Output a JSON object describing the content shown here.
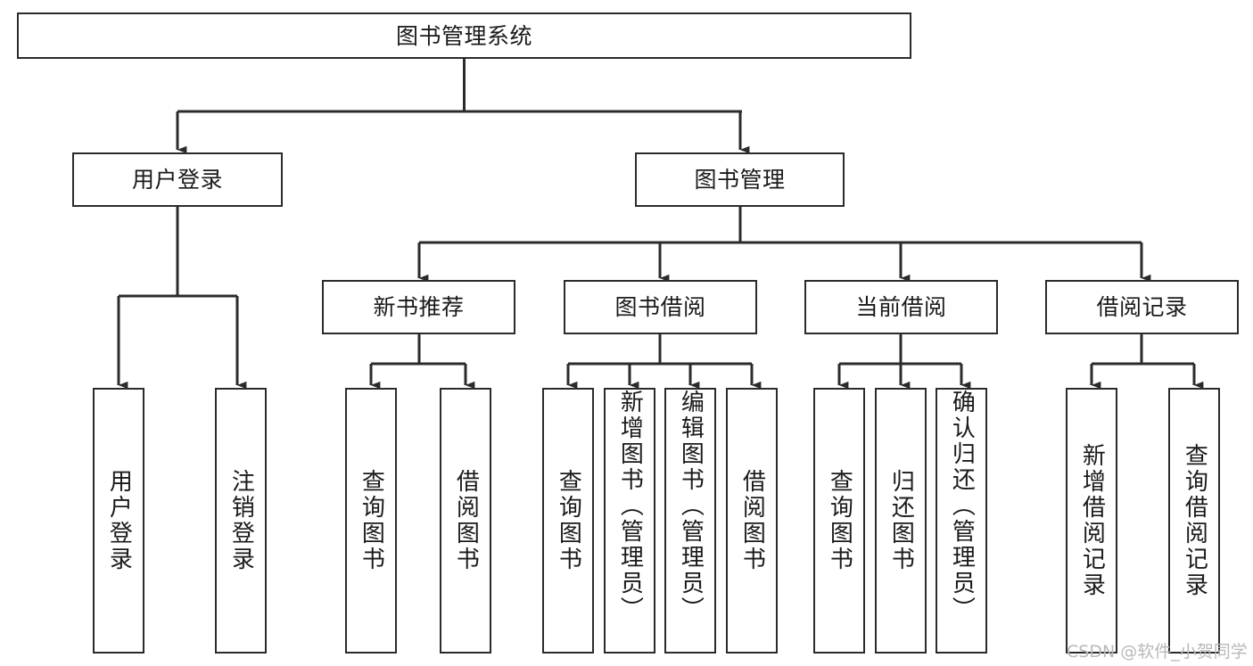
{
  "diagram": {
    "type": "hierarchy-tree",
    "title": "图书管理系统",
    "colors": {
      "box_border": "#2b2b2b",
      "box_fill": "#ffffff",
      "connector": "#2b2b2b",
      "text": "#1a1a1a",
      "watermark": "#b9b9b9",
      "background": "#ffffff"
    },
    "root": {
      "label": "图书管理系统"
    },
    "level1": [
      {
        "id": "user-login",
        "label": "用户登录"
      },
      {
        "id": "book-management",
        "label": "图书管理"
      }
    ],
    "level2": [
      {
        "id": "new-book-recommend",
        "label": "新书推荐"
      },
      {
        "id": "book-borrow",
        "label": "图书借阅"
      },
      {
        "id": "current-borrow",
        "label": "当前借阅"
      },
      {
        "id": "borrow-record",
        "label": "借阅记录"
      }
    ],
    "leaves": {
      "user_login": [
        {
          "id": "leaf-user-login",
          "label": "用户登录"
        },
        {
          "id": "leaf-user-logout",
          "label": "注销登录"
        }
      ],
      "new_book_recommend": [
        {
          "id": "leaf-query-book-1",
          "label": "查询图书"
        },
        {
          "id": "leaf-borrow-book-1",
          "label": "借阅图书"
        }
      ],
      "book_borrow": [
        {
          "id": "leaf-query-book-2",
          "label": "查询图书"
        },
        {
          "id": "leaf-add-book",
          "label": "新增图书（管理员）"
        },
        {
          "id": "leaf-edit-book",
          "label": "编辑图书（管理员）"
        },
        {
          "id": "leaf-borrow-book-2",
          "label": "借阅图书"
        }
      ],
      "current_borrow": [
        {
          "id": "leaf-query-book-3",
          "label": "查询图书"
        },
        {
          "id": "leaf-return-book",
          "label": "归还图书"
        },
        {
          "id": "leaf-confirm-return",
          "label": "确认归还（管理员）"
        }
      ],
      "borrow_record": [
        {
          "id": "leaf-add-record",
          "label": "新增借阅记录"
        },
        {
          "id": "leaf-query-record",
          "label": "查询借阅记录"
        }
      ]
    },
    "watermark": "CSDN @软件_小贺同学"
  }
}
